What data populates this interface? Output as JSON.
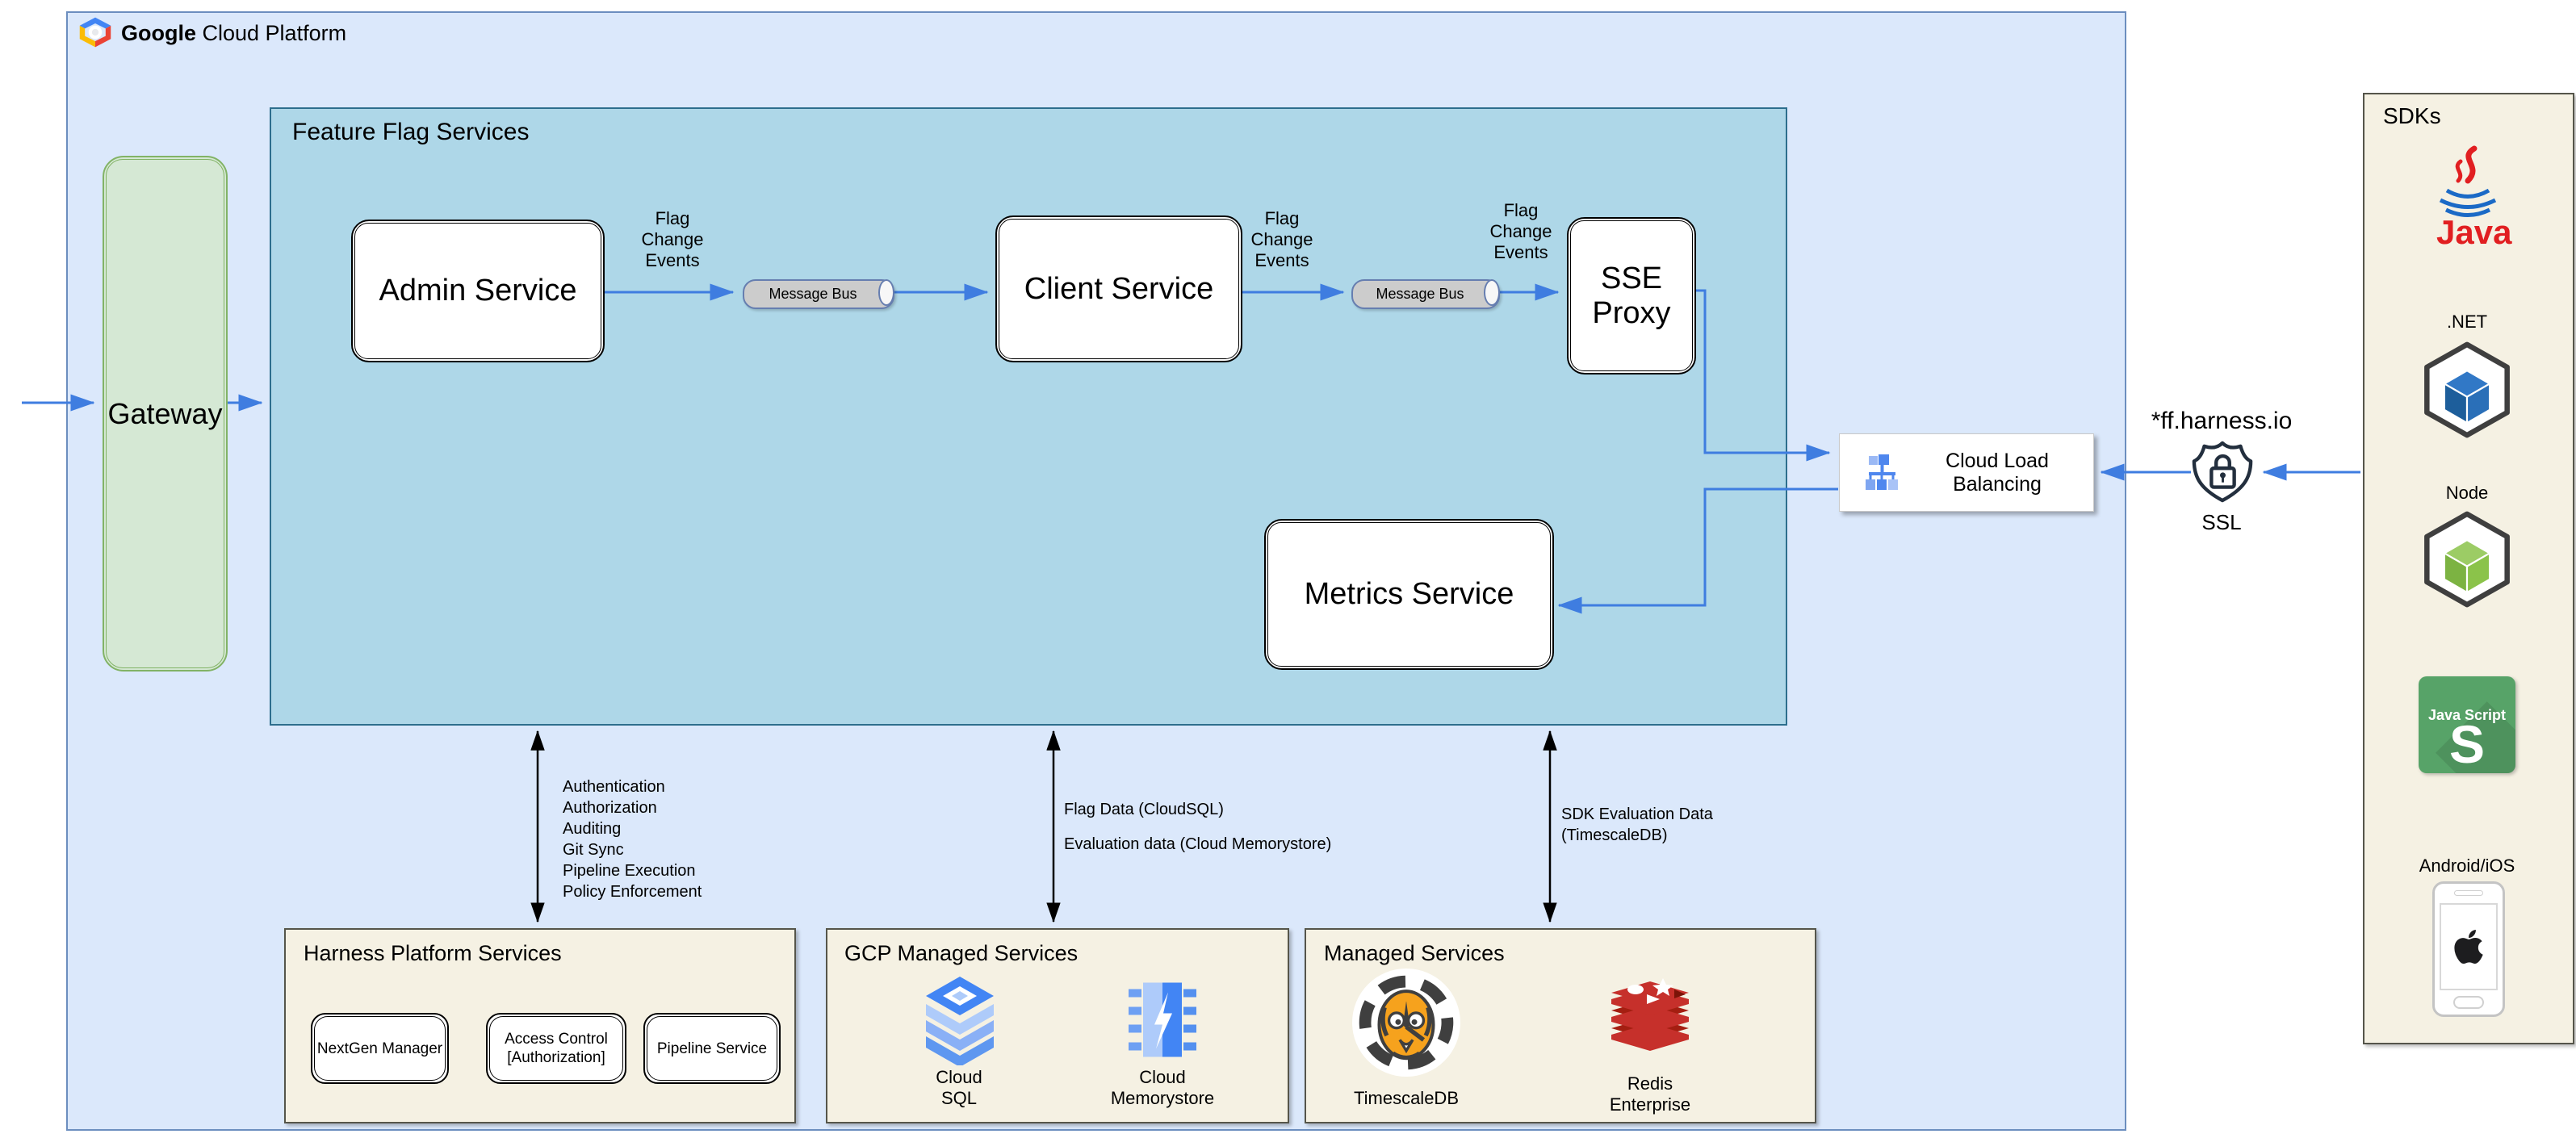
{
  "header": {
    "brand_bold": "Google",
    "brand_rest": " Cloud Platform"
  },
  "colors": {
    "gcp_panel_bg": "#dbe8fb",
    "gcp_panel_border": "#6c8ebf",
    "feature_flag_bg": "#aed7e8",
    "feature_flag_border": "#2d6e8d",
    "gateway_bg": "#d5e8d4",
    "gateway_border": "#82b366",
    "cream_panel_bg": "#f5f1e3",
    "arrow_blue": "#3f7de0",
    "arrow_black": "#000000",
    "redis_red": "#c6302b",
    "tiger_orange": "#f6a21d",
    "js_green": "#57a368",
    "gcp_icon_blue": "#4285f4"
  },
  "gateway": {
    "label": "Gateway"
  },
  "feature_flag": {
    "title": "Feature Flag Services",
    "admin_service": "Admin Service",
    "client_service": "Client Service",
    "sse_proxy": "SSE\nProxy",
    "metrics_service": "Metrics Service",
    "message_bus_1": "Message Bus",
    "message_bus_2": "Message Bus",
    "flag_events_1": "Flag\nChange\nEvents",
    "flag_events_2": "Flag\nChange\nEvents",
    "flag_events_3": "Flag\nChange\nEvents"
  },
  "clb": {
    "label": "Cloud Load Balancing"
  },
  "ssl": {
    "domain": "*ff.harness.io",
    "label": "SSL"
  },
  "sdks": {
    "title": "SDKs",
    "java_label": "Java",
    "dotnet_label": ".NET",
    "node_label": "Node",
    "js_line1": "Java Script",
    "js_letter": "S",
    "android_label": "Android/iOS"
  },
  "annotations": {
    "harness_capabilities": "Authentication\nAuthorization\nAuditing\nGit Sync\nPipeline Execution\nPolicy Enforcement",
    "flag_data": "Flag Data (CloudSQL)",
    "evaluation_data": "Evaluation data (Cloud Memorystore)",
    "sdk_evaluation": "SDK Evaluation Data\n(TimescaleDB)"
  },
  "panels": {
    "harness": {
      "title": "Harness Platform Services",
      "boxes": [
        "NextGen Manager",
        "Access Control\n[Authorization]",
        "Pipeline Service"
      ]
    },
    "gcp_managed": {
      "title": "GCP Managed Services",
      "items": [
        "Cloud\nSQL",
        "Cloud\nMemorystore"
      ]
    },
    "managed": {
      "title": "Managed Services",
      "items": [
        "TimescaleDB",
        "Redis\nEnterprise"
      ]
    }
  }
}
